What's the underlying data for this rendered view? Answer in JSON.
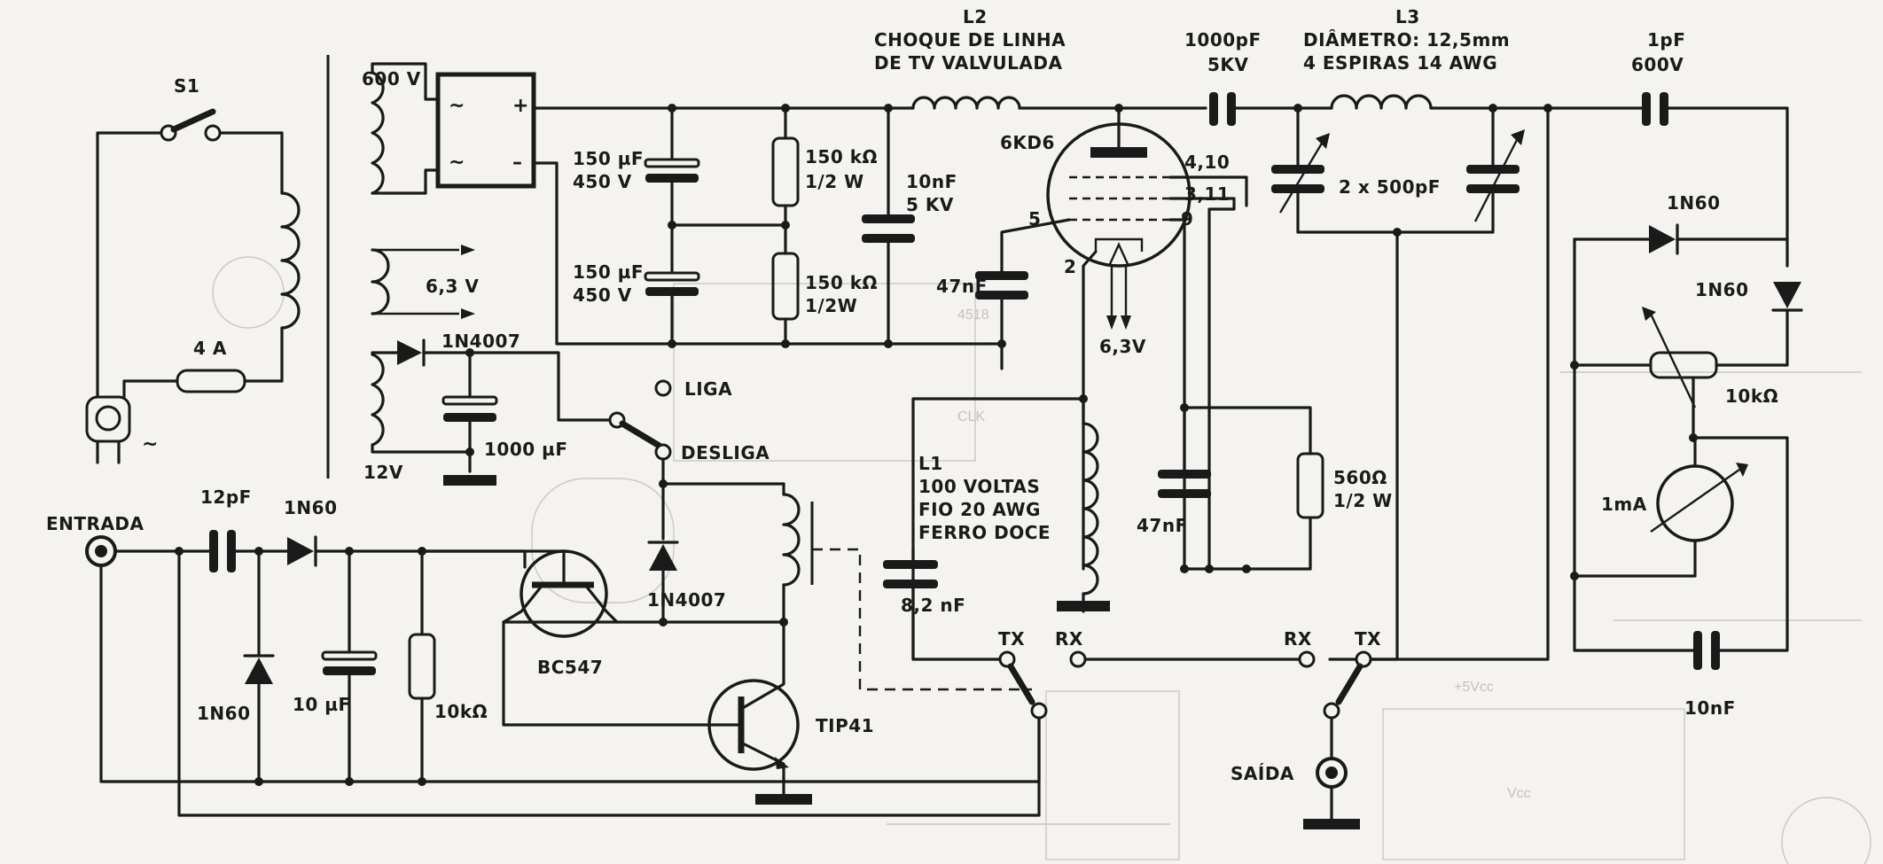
{
  "labels": {
    "s1": "S1",
    "fuse": "4 A",
    "ac_plug_symbol": "~",
    "secondary_600": "600 V",
    "secondary_63": "6,3 V",
    "secondary_12": "12V",
    "bridge_ac1": "~",
    "bridge_ac2": "~",
    "bridge_plus": "+",
    "bridge_minus": "–",
    "c_150_a": "150 µF",
    "c_150_a_v": "450 V",
    "c_150_b": "150 µF",
    "c_150_b_v": "450 V",
    "r_150_a": "150 kΩ",
    "r_150_a_w": "1/2 W",
    "r_150_b": "150 kΩ",
    "r_150_b_w": "1/2W",
    "c_10n": "10nF",
    "c_10n_v": "5 KV",
    "l2_name": "L2",
    "l2_desc1": "CHOQUE DE LINHA",
    "l2_desc2": "DE TV VALVULADA",
    "tube": "6KD6",
    "pin_410": "4,10",
    "pin_311": "3,11",
    "pin_9": "9",
    "pin_5": "5",
    "pin_2": "2",
    "heater": "6,3V",
    "c_47n_a": "47nF",
    "c_1000p": "1000pF",
    "c_1000p_v": "5KV",
    "l3_name": "L3",
    "l3_desc1": "DIÂMETRO: 12,5mm",
    "l3_desc2": "4 ESPIRAS  14 AWG",
    "cv": "2 x 500pF",
    "c_1p": "1pF",
    "c_1p_v": "600V",
    "d_1n60_a": "1N60",
    "d_1n60_b": "1N60",
    "pot_10k": "10kΩ",
    "meter": "1mA",
    "c_10n_b": "10nF",
    "d_1n4007_a": "1N4007",
    "c_1000u": "1000 µF",
    "liga": "LIGA",
    "desliga": "DESLIGA",
    "l1_1": "L1",
    "l1_2": "100  VOLTAS",
    "l1_3": "FIO  20  AWG",
    "l1_4": "FERRO  DOCE",
    "c_47n_b": "47nF",
    "r_560": "560Ω",
    "r_560_w": "1/2 W",
    "entrada": "ENTRADA",
    "c_12p": "12pF",
    "d_1n60_c": "1N60",
    "d_1n60_d": "1N60",
    "c_10u": "10 µF",
    "r_10k": "10kΩ",
    "bc547": "BC547",
    "d_1n4007_b": "1N4007",
    "tip41": "TIP41",
    "c_82n": "8,2 nF",
    "tx_a": "TX",
    "rx_a": "RX",
    "rx_b": "RX",
    "tx_b": "TX",
    "saida": "SAÍDA"
  },
  "colors": {
    "ink": "#1a1a1a",
    "paper": "#f4f3ef",
    "bleed": "#c4c3bd"
  }
}
